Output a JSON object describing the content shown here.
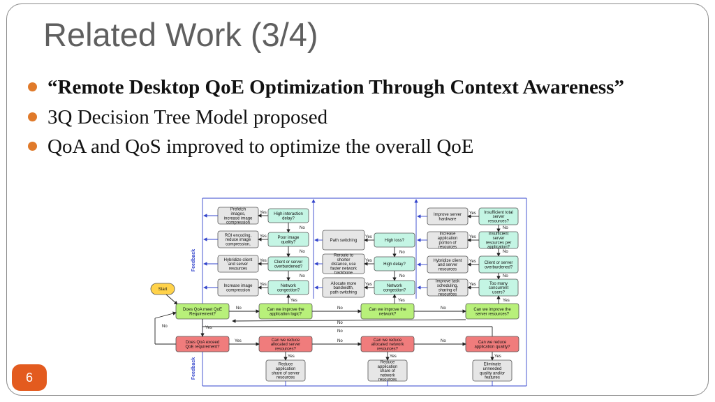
{
  "slide": {
    "title": "Related Work (3/4)",
    "bullets": [
      "“Remote Desktop QoE Optimization Through Context Awareness”",
      "3Q Decision Tree Model proposed",
      "QoA and QoS improved to optimize the overall QoE"
    ],
    "page_number": "6"
  },
  "colors": {
    "accent": "#e35b1f",
    "bullet": "#e07a2a",
    "green_box": "#b8f07a",
    "teal_box": "#c4f5e4",
    "red_box": "#f07c7c",
    "gray_box": "#e6e6e6",
    "start_box": "#ffd24a",
    "arrow_blue": "#3344cc"
  },
  "diagram": {
    "start": "Start",
    "feedback": "Feedback",
    "yes": "Yes",
    "no": "No",
    "main_row": {
      "qoa_meet": [
        "Does QoA meet QoE",
        "Requirement?"
      ],
      "improve_app": [
        "Can we improve the",
        "application logic?"
      ],
      "improve_net": [
        "Can we improve the",
        "network?"
      ],
      "improve_server": [
        "Can we improve the",
        "server resources?"
      ]
    },
    "reduce_row": {
      "qoa_exceed": [
        "Does QoA exceed",
        "QoE requirement?"
      ],
      "reduce_server": [
        "Can we reduce",
        "allocated server",
        "resources?"
      ],
      "reduce_net": [
        "Can we reduce",
        "allocated network",
        "resources?"
      ],
      "reduce_quality": [
        "Can we reduce",
        "application quality?"
      ]
    },
    "outcomes": {
      "reduce_share_server": [
        "Reduce",
        "application",
        "share of server",
        "resources"
      ],
      "reduce_share_net": [
        "Reduce",
        "application",
        "share of",
        "network",
        "resources"
      ],
      "eliminate": [
        "Eliminate",
        "unneeded",
        "quality and/or",
        "features"
      ]
    },
    "app_column": {
      "questions": [
        [
          "High interaction",
          "delay?"
        ],
        [
          "Poor image",
          "quality?"
        ],
        [
          "Client or server",
          "overburdened?"
        ],
        [
          "Network",
          "congestion?"
        ]
      ],
      "actions": [
        [
          "Prefetch",
          "images,",
          "increase image",
          "compression"
        ],
        [
          "ROI encoding,",
          "reduce image",
          "compression,"
        ],
        [
          "Hybridize client",
          "and server",
          "resources"
        ],
        [
          "Increase image",
          "compression"
        ]
      ]
    },
    "net_column": {
      "questions": [
        [
          "High loss?"
        ],
        [
          "High delay?"
        ],
        [
          "Network",
          "congestion?"
        ]
      ],
      "actions": [
        [
          "Path switching"
        ],
        [
          "Reroute to",
          "shorter",
          "distance, use",
          "faster network",
          "backbone"
        ],
        [
          "Allocate more",
          "bandwidth,",
          "path switching"
        ]
      ]
    },
    "server_column": {
      "questions": [
        [
          "Insufficient total",
          "server",
          "resources?"
        ],
        [
          "Insufficient",
          "server",
          "resources per",
          "application?"
        ],
        [
          "Client or server",
          "overburdened?"
        ],
        [
          "Too many",
          "concurrent",
          "users?"
        ]
      ],
      "actions": [
        [
          "Improve server",
          "hardware"
        ],
        [
          "Increase",
          "application",
          "portion of",
          "resources"
        ],
        [
          "Hybridize client",
          "and server",
          "resources"
        ],
        [
          "Improve task",
          "scheduling,",
          "sharing of",
          "resources"
        ]
      ]
    }
  }
}
